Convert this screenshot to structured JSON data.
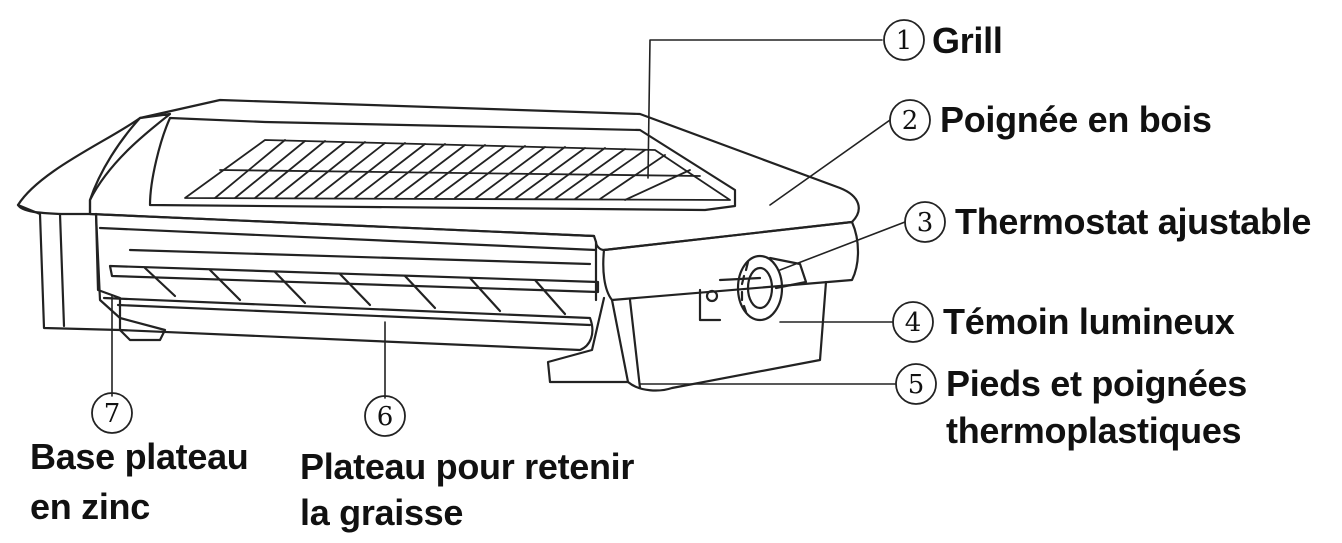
{
  "colors": {
    "ink": "#111111",
    "line": "#222222",
    "background": "#ffffff"
  },
  "callouts": [
    {
      "number": "1",
      "label": "Grill"
    },
    {
      "number": "2",
      "label": "Poignée en bois"
    },
    {
      "number": "3",
      "label": "Thermostat ajustable"
    },
    {
      "number": "4",
      "label": "Témoin lumineux"
    },
    {
      "number": "5",
      "label": "Pieds et poignées",
      "label_line2": "thermoplastiques"
    },
    {
      "number": "6",
      "label": "Plateau pour retenir",
      "label_line2": "la graisse"
    },
    {
      "number": "7",
      "label": "Base plateau",
      "label_line2": "en zinc"
    }
  ]
}
